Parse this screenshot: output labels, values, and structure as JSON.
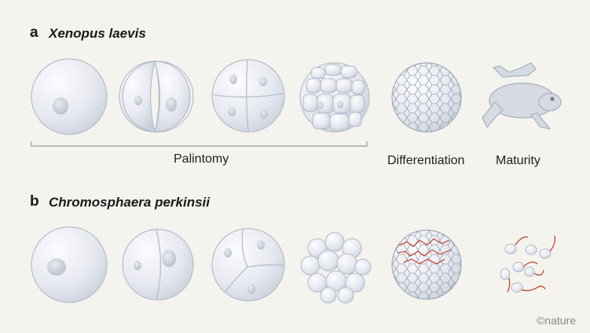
{
  "panel_a": {
    "letter": "a",
    "species": "Xenopus laevis",
    "labels": {
      "palintomy": "Palintomy",
      "differentiation": "Differentiation",
      "maturity": "Maturity"
    }
  },
  "panel_b": {
    "letter": "b",
    "species": "Chromosphaera perkinsii"
  },
  "credit": "©nature",
  "colors": {
    "background": "#f4f3ee",
    "cell_fill": "#e6e9f0",
    "cell_stroke": "#b9bfcc",
    "nucleus": "#c7ccd7",
    "red_marks": "#c0392b",
    "bracket": "#9a9a9a"
  }
}
